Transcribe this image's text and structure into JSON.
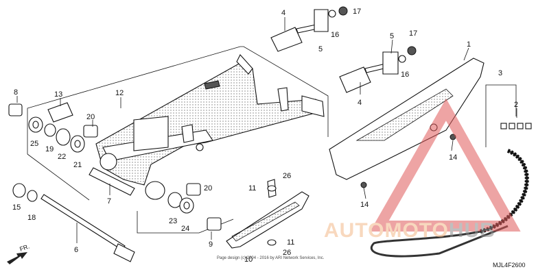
{
  "callouts": [
    {
      "id": "c8",
      "label": "8"
    },
    {
      "id": "c13",
      "label": "13"
    },
    {
      "id": "c12",
      "label": "12"
    },
    {
      "id": "c20a",
      "label": "20"
    },
    {
      "id": "c25",
      "label": "25"
    },
    {
      "id": "c19",
      "label": "19"
    },
    {
      "id": "c22",
      "label": "22"
    },
    {
      "id": "c21",
      "label": "21"
    },
    {
      "id": "c7",
      "label": "7"
    },
    {
      "id": "c15",
      "label": "15"
    },
    {
      "id": "c18",
      "label": "18"
    },
    {
      "id": "c6",
      "label": "6"
    },
    {
      "id": "c20b",
      "label": "20"
    },
    {
      "id": "c23",
      "label": "23"
    },
    {
      "id": "c24",
      "label": "24"
    },
    {
      "id": "c9",
      "label": "9"
    },
    {
      "id": "c26a",
      "label": "26"
    },
    {
      "id": "c11a",
      "label": "11"
    },
    {
      "id": "c11b",
      "label": "11"
    },
    {
      "id": "c26b",
      "label": "26"
    },
    {
      "id": "c10",
      "label": "10"
    },
    {
      "id": "c4a",
      "label": "4"
    },
    {
      "id": "c16a",
      "label": "16"
    },
    {
      "id": "c17a",
      "label": "17"
    },
    {
      "id": "c5a",
      "label": "5"
    },
    {
      "id": "c5b",
      "label": "5"
    },
    {
      "id": "c17b",
      "label": "17"
    },
    {
      "id": "c16b",
      "label": "16"
    },
    {
      "id": "c4b",
      "label": "4"
    },
    {
      "id": "c1",
      "label": "1"
    },
    {
      "id": "c3",
      "label": "3"
    },
    {
      "id": "c2",
      "label": "2"
    },
    {
      "id": "c14a",
      "label": "14"
    },
    {
      "id": "c14b",
      "label": "14"
    }
  ],
  "fr_label": "FR.",
  "diagram_code": "MJL4F2600",
  "copyright": "Page design (c) 2004 - 2016 by ARI Network Services, Inc.",
  "watermark": {
    "part1": "AUTOMOTO",
    "part2": "HUB",
    "color1": "#f3b98a",
    "color2": "#8c8c8c",
    "triangle_color": "#e05a5a"
  }
}
